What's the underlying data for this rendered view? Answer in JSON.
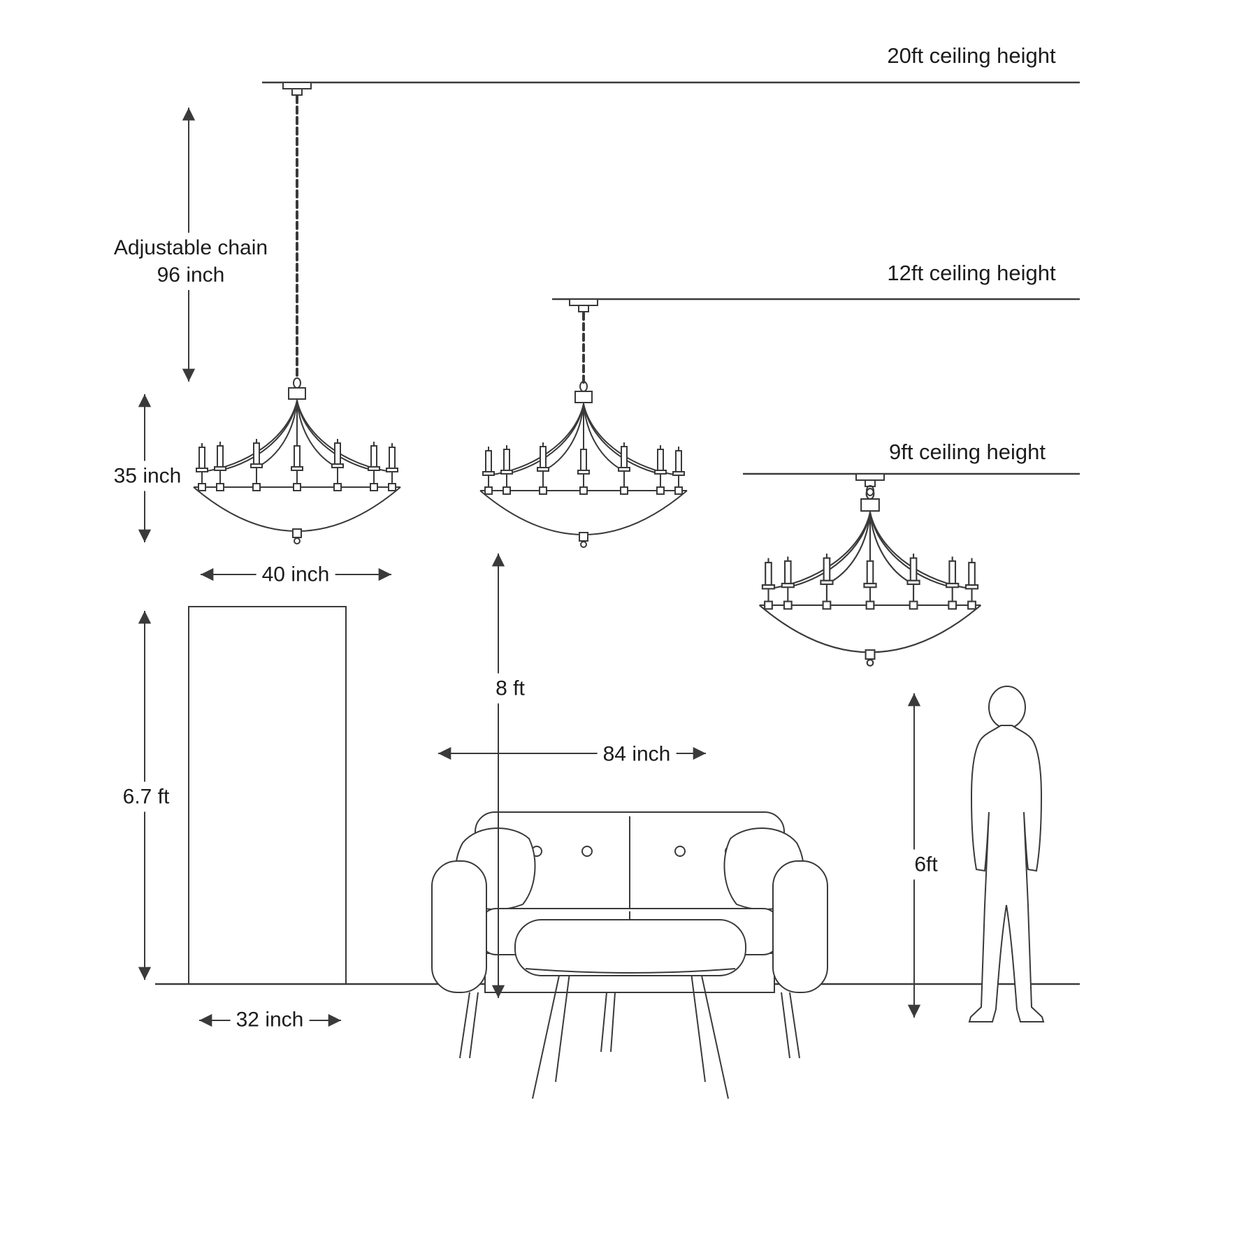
{
  "page": {
    "background": "#ffffff",
    "line_color": "#3a3a3a",
    "text_color": "#1c1c1c"
  },
  "labels": {
    "ceiling_20ft": "20ft ceiling height",
    "ceiling_12ft": "12ft ceiling height",
    "ceiling_9ft": "9ft ceiling height",
    "adjustable_chain_line1": "Adjustable chain",
    "adjustable_chain_line2": "96 inch",
    "fixture_height": "35 inch",
    "fixture_width": "40 inch",
    "door_height": "6.7 ft",
    "door_width": "32 inch",
    "floor_to_fixture": "8 ft",
    "sofa_width": "84 inch",
    "person_height": "6ft"
  }
}
